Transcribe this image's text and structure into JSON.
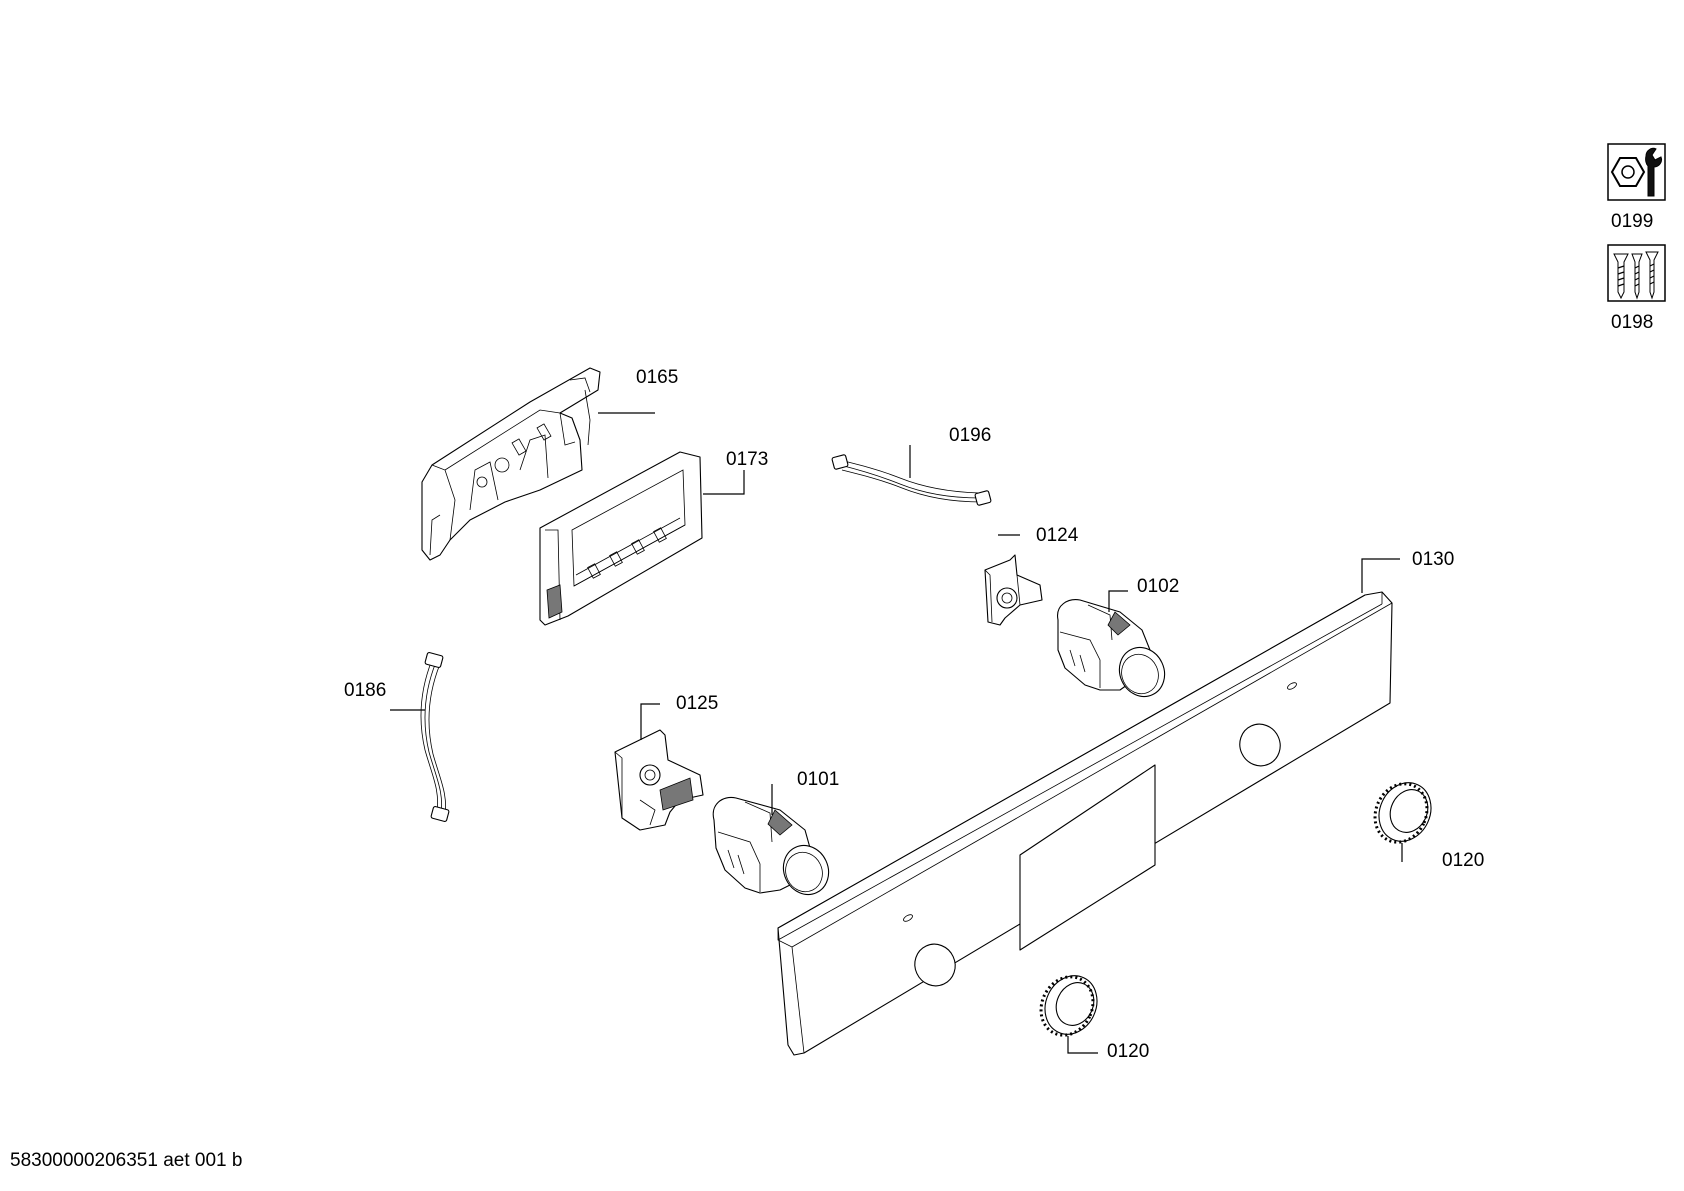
{
  "parts": {
    "p0165": "0165",
    "p0173": "0173",
    "p0196": "0196",
    "p0124": "0124",
    "p0130": "0130",
    "p0102": "0102",
    "p0186": "0186",
    "p0125": "0125",
    "p0101": "0101",
    "p0120a": "0120",
    "p0120b": "0120",
    "p0199": "0199",
    "p0198": "0198"
  },
  "icons": {
    "p0199": "nut-and-wrench-icon",
    "p0198": "screws-icon"
  },
  "footer": {
    "code": "58300000206351 aet 001 b"
  }
}
